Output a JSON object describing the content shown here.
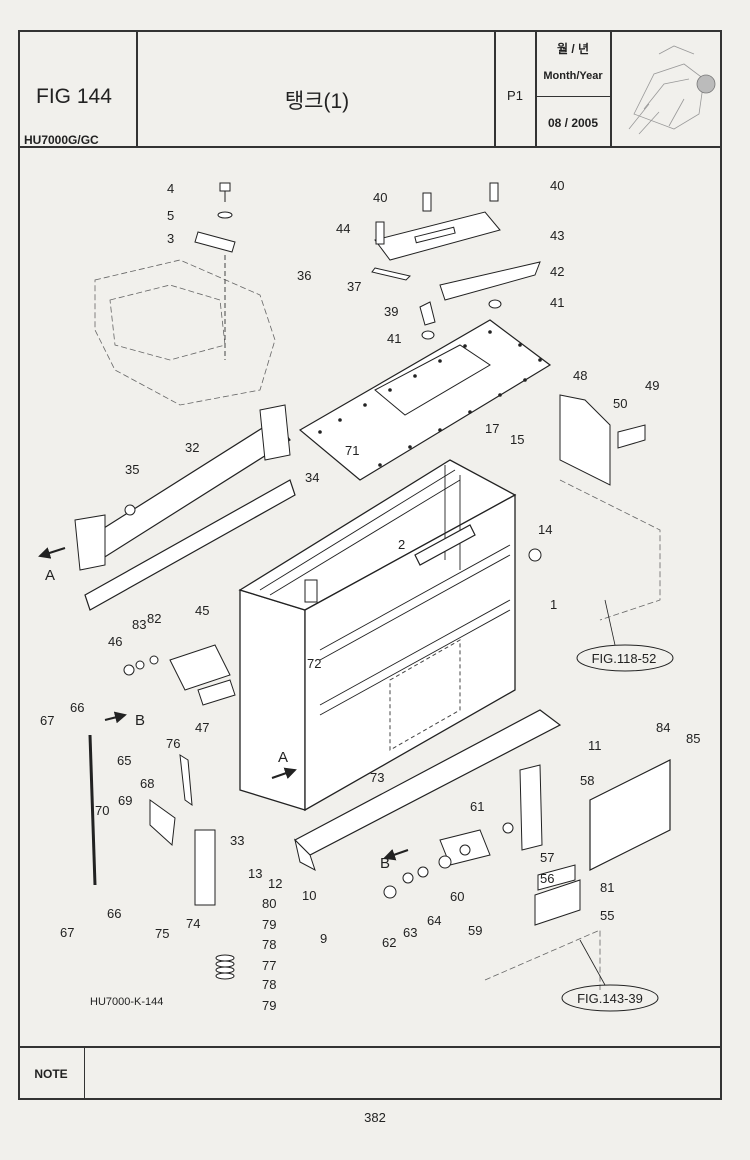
{
  "header": {
    "fig_title": "FIG 144",
    "model": "HU7000G/GC",
    "title": "탱크(1)",
    "page_ref": "P1",
    "month_label_kr": "월 / 년",
    "month_label_en": "Month/Year",
    "date": "08 / 2005"
  },
  "diagram": {
    "drawing_code": "HU7000-K-144",
    "view_markers": [
      "A",
      "B"
    ],
    "figure_refs": [
      "FIG.118-52",
      "FIG.143-39"
    ],
    "callouts": [
      "1",
      "2",
      "3",
      "4",
      "5",
      "9",
      "10",
      "11",
      "12",
      "13",
      "14",
      "15",
      "17",
      "32",
      "33",
      "34",
      "35",
      "36",
      "37",
      "39",
      "40",
      "40",
      "41",
      "41",
      "42",
      "43",
      "44",
      "45",
      "46",
      "47",
      "48",
      "49",
      "50",
      "55",
      "56",
      "57",
      "58",
      "59",
      "60",
      "61",
      "62",
      "63",
      "64",
      "65",
      "66",
      "66",
      "67",
      "67",
      "68",
      "69",
      "70",
      "71",
      "72",
      "73",
      "74",
      "75",
      "76",
      "77",
      "78",
      "78",
      "79",
      "79",
      "80",
      "81",
      "82",
      "83",
      "84",
      "85"
    ]
  },
  "note": {
    "label": "NOTE",
    "text": ""
  },
  "footer": {
    "page_number": "382"
  }
}
